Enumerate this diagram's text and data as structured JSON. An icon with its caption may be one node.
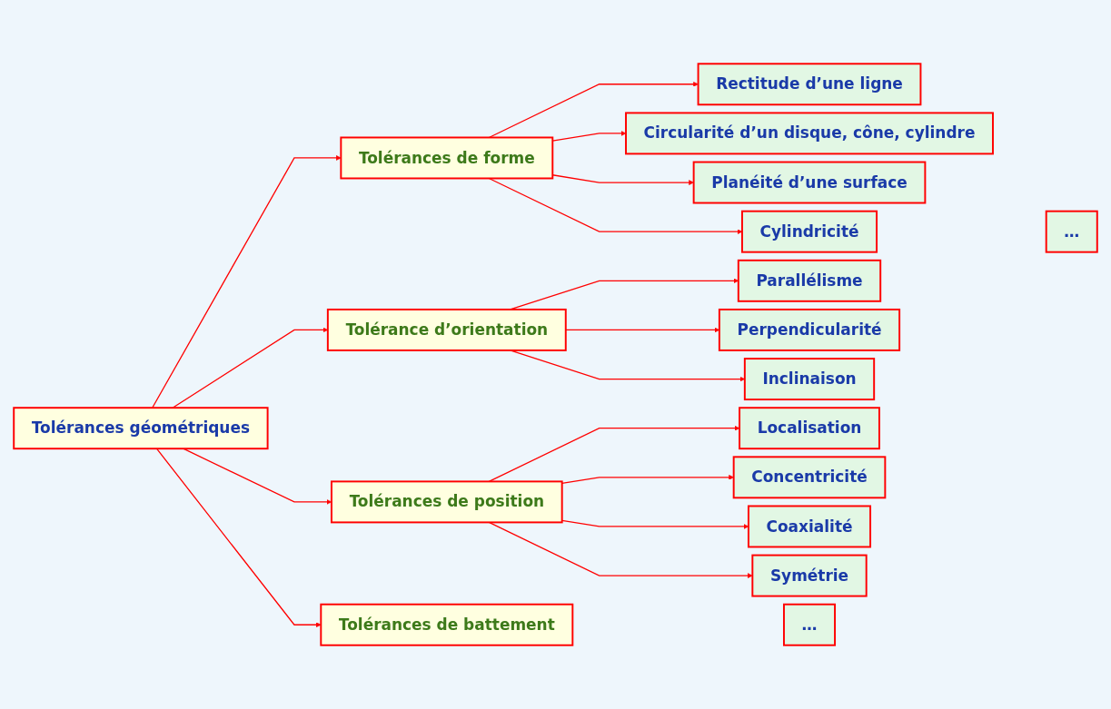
{
  "diagram": {
    "nodes": [
      {
        "text": [
          "Tolérances géométriques"
        ]
      },
      {
        "text": [
          "Tolérances de forme"
        ]
      },
      {
        "text": [
          "Rectitude d’une ligne"
        ]
      },
      {
        "text": [
          "Circularité d’un disque, cône, cylindre"
        ]
      },
      {
        "text": [
          "Planéité d’une surface"
        ]
      },
      {
        "text": [
          "Cylindricité"
        ]
      },
      {
        "text": [
          "…"
        ]
      },
      {
        "text": [
          "Tolérance d’orientation"
        ]
      },
      {
        "text": [
          "Parallélisme"
        ]
      },
      {
        "text": [
          "Perpendicularité"
        ]
      },
      {
        "text": [
          "Inclinaison"
        ]
      },
      {
        "text": [
          "Tolérances de position"
        ]
      },
      {
        "text": [
          "Localisation"
        ]
      },
      {
        "text": [
          "Concentricité"
        ]
      },
      {
        "text": [
          "Coaxialité"
        ]
      },
      {
        "text": [
          "Symétrie"
        ]
      },
      {
        "text": [
          "Tolérances de battement"
        ]
      },
      {
        "text": [
          "…"
        ]
      }
    ],
    "edges": [
      {
        "from": 0,
        "to": 1,
        "arrow": "to"
      },
      {
        "from": 0,
        "to": 7,
        "arrow": "to"
      },
      {
        "from": 0,
        "to": 11,
        "arrow": "to"
      },
      {
        "from": 0,
        "to": 16,
        "arrow": "to"
      },
      {
        "from": 1,
        "to": 2,
        "arrow": "to"
      },
      {
        "from": 1,
        "to": 3,
        "arrow": "to"
      },
      {
        "from": 1,
        "to": 4,
        "arrow": "to"
      },
      {
        "from": 1,
        "to": 5,
        "arrow": "to"
      },
      {
        "from": 7,
        "to": 8,
        "arrow": "to"
      },
      {
        "from": 7,
        "to": 9,
        "arrow": "to"
      },
      {
        "from": 7,
        "to": 10,
        "arrow": "to"
      },
      {
        "from": 11,
        "to": 12,
        "arrow": "to"
      },
      {
        "from": 11,
        "to": 13,
        "arrow": "to"
      },
      {
        "from": 11,
        "to": 14,
        "arrow": "to"
      },
      {
        "from": 11,
        "to": 15,
        "arrow": "to"
      }
    ]
  }
}
